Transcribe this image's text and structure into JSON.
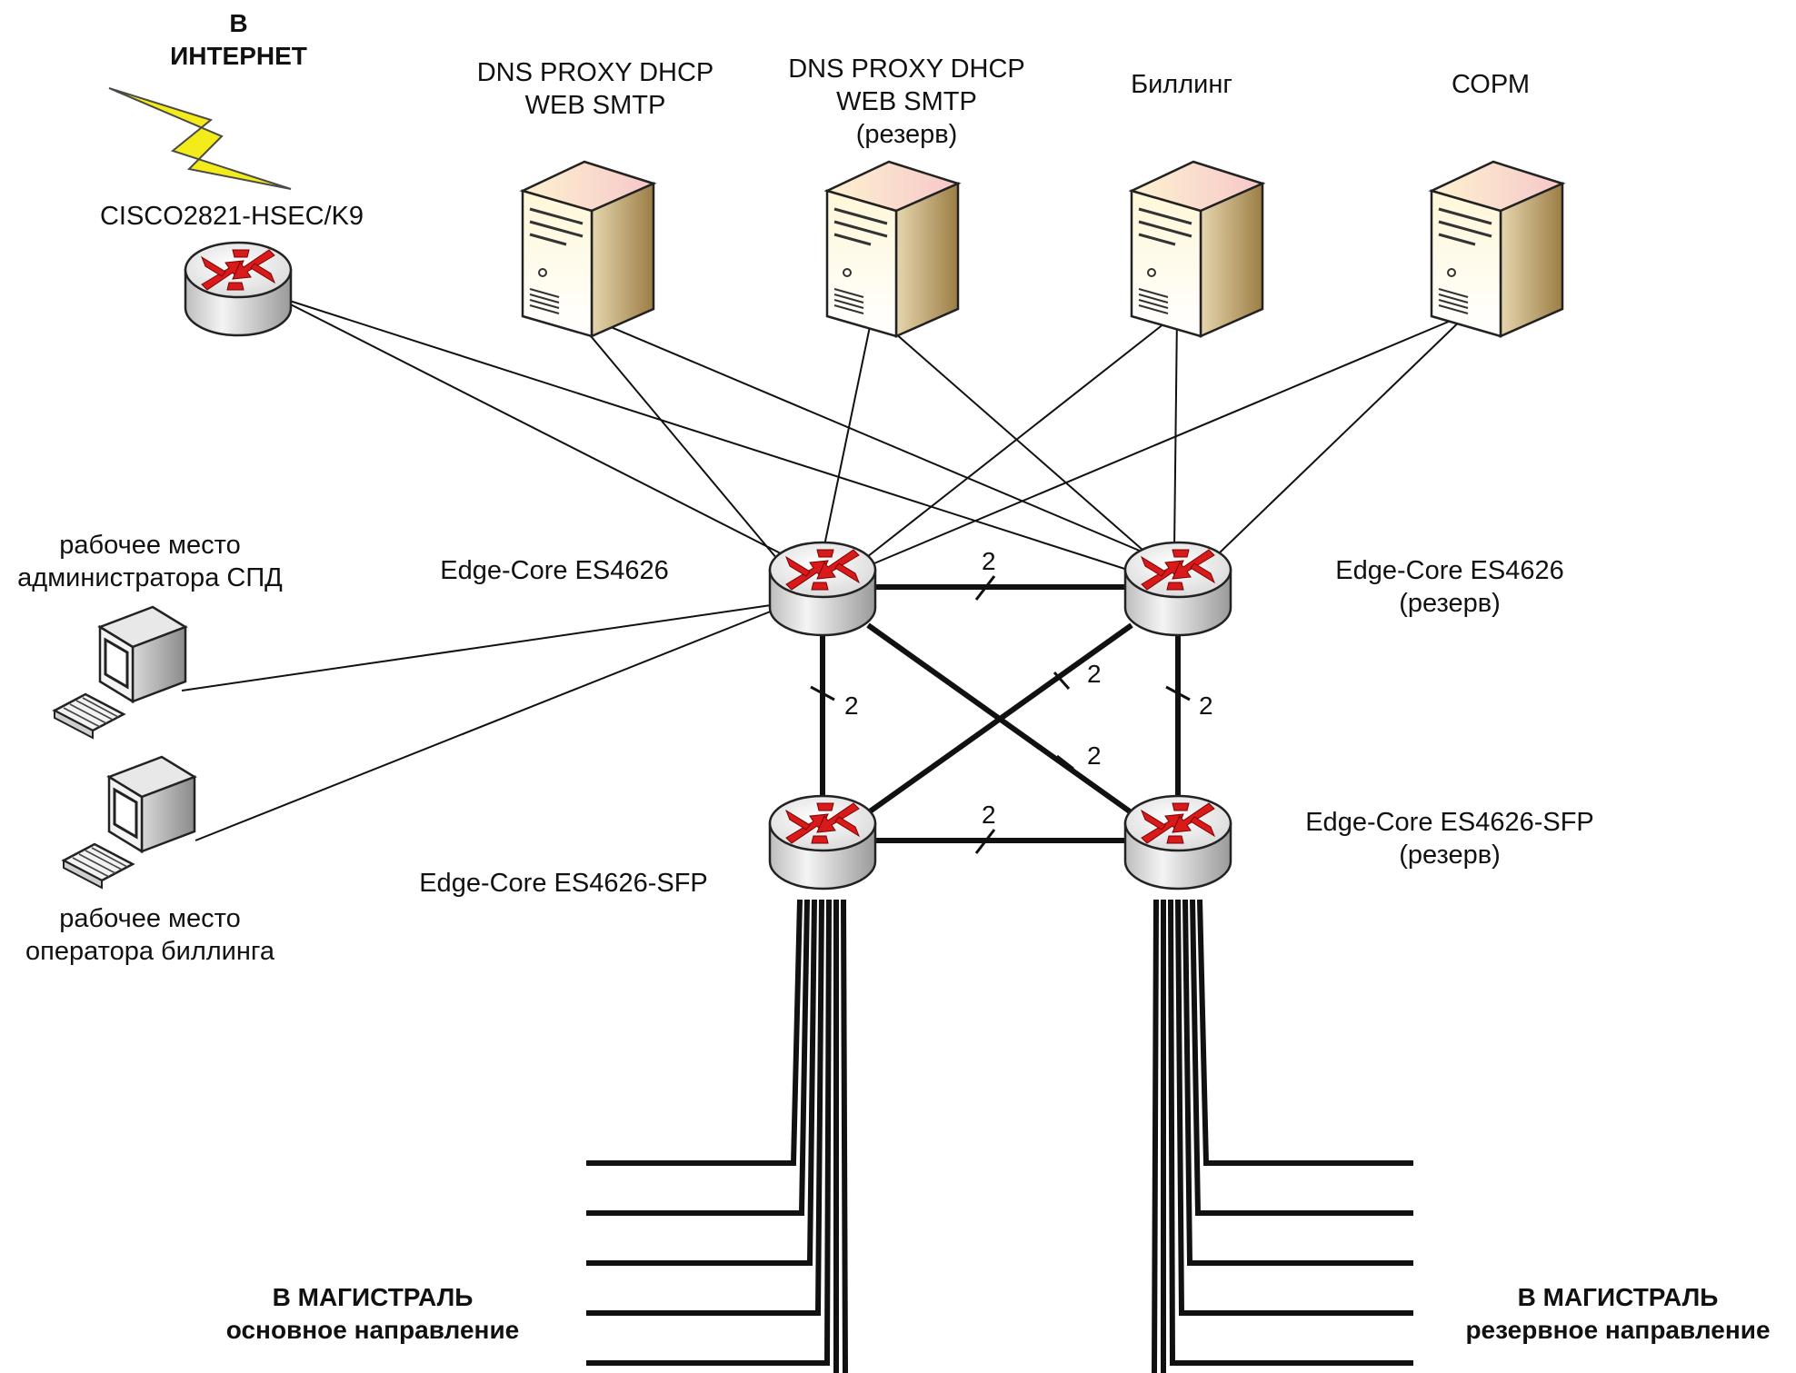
{
  "internet": {
    "line1": "В",
    "line2": "ИНТЕРНЕТ"
  },
  "router_label": "CISCO2821-HSEC/K9",
  "servers": [
    {
      "line1": "DNS PROXY DHCP",
      "line2": "WEB SMTP",
      "line3": ""
    },
    {
      "line1": "DNS PROXY DHCP",
      "line2": "WEB SMTP",
      "line3": "(резерв)"
    },
    {
      "line1": "Биллинг",
      "line2": "",
      "line3": ""
    },
    {
      "line1": "СОРМ",
      "line2": "",
      "line3": ""
    }
  ],
  "switches": {
    "core_main": {
      "line1": "Edge-Core ES4626",
      "line2": ""
    },
    "core_backup": {
      "line1": "Edge-Core ES4626",
      "line2": "(резерв)"
    },
    "sfp_main": {
      "line1": "Edge-Core ES4626-SFP",
      "line2": ""
    },
    "sfp_backup": {
      "line1": "Edge-Core ES4626-SFP",
      "line2": "(резерв)"
    }
  },
  "workstations": {
    "admin": {
      "line1": "рабочее место",
      "line2": "администратора СПД"
    },
    "billing": {
      "line1": "рабочее место",
      "line2": "оператора биллинга"
    }
  },
  "link_count": "2",
  "backbone": {
    "main": {
      "line1": "В МАГИСТРАЛЬ",
      "line2": "основное направление"
    },
    "reserve": {
      "line1": "В МАГИСТРАЛЬ",
      "line2": "резервное направление"
    }
  },
  "colors": {
    "arrow_red": "#d81a1a",
    "lightning": "#f4ec1a",
    "line": "#111111"
  }
}
